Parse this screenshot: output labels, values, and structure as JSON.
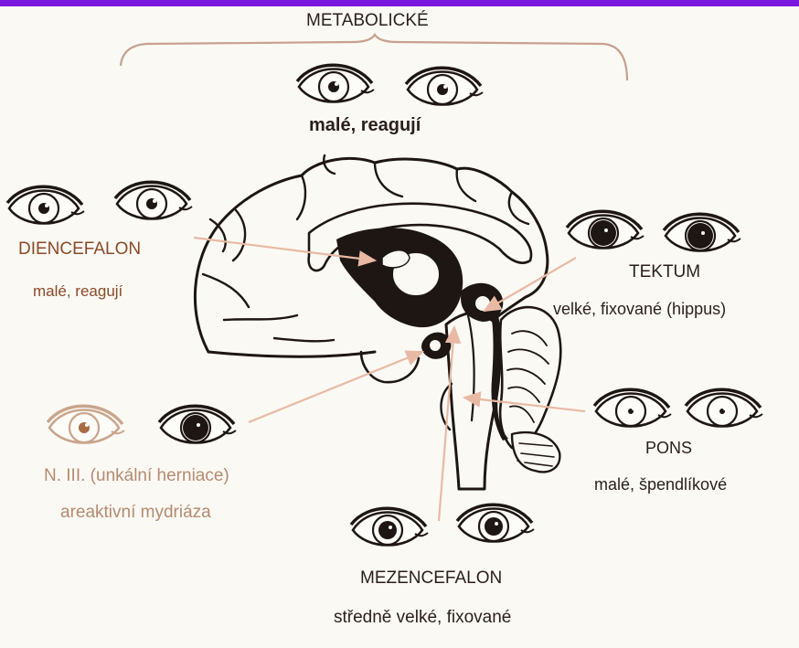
{
  "colors": {
    "accent_bar": "#7b18e0",
    "ink": "#2a1f1a",
    "label_brown": "#8a4a28",
    "arrow": "#e9b9a4",
    "paper": "#fbf9f4"
  },
  "labels": {
    "metabolic": {
      "title": "METABOLICKÉ",
      "desc": "malé, reagují"
    },
    "diencephalon": {
      "title": "DIENCEFALON",
      "desc": "malé, reagují"
    },
    "tectum": {
      "title": "TEKTUM",
      "desc": "velké, fixované (hippus)"
    },
    "cn3": {
      "title": "N. III. (unkální herniace)",
      "desc": "areaktivní mydriáza"
    },
    "pons": {
      "title": "PONS",
      "desc": "malé, špendlíkové"
    },
    "mesencephalon": {
      "title": "MEZENCEFALON",
      "desc": "středně velké, fixované"
    }
  },
  "pupil_states": {
    "metabolic": "small",
    "diencephalon": "small",
    "tectum": "large",
    "cn3": "one-dilated",
    "pons": "pinpoint",
    "mesencephalon": "mid"
  }
}
